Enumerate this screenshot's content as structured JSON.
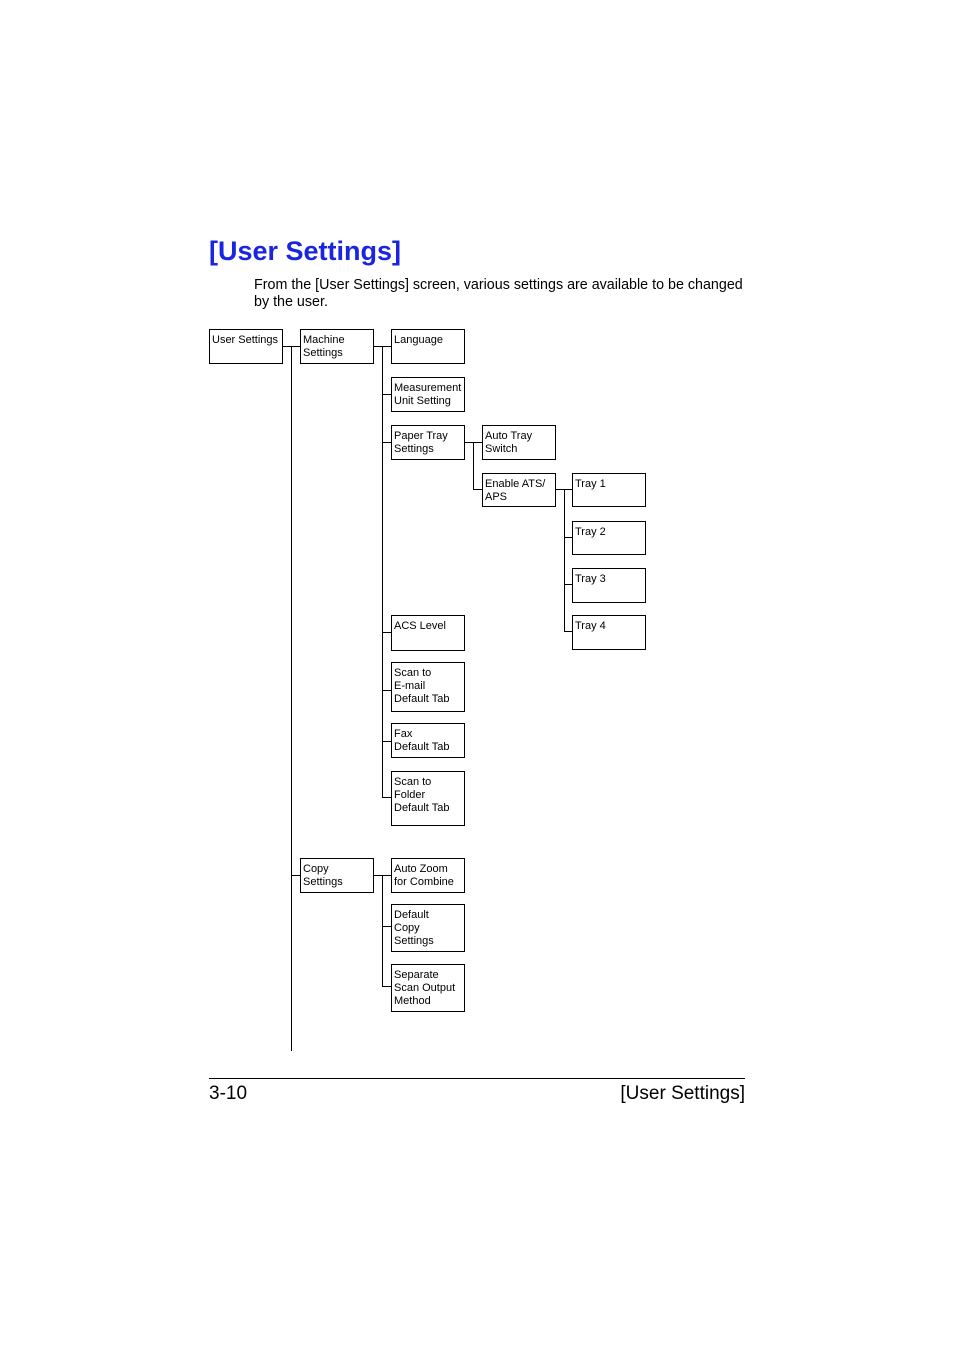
{
  "heading": "[User Settings]",
  "intro": "From the [User Settings] screen, various settings are available to be changed by the user.",
  "tree": {
    "user_settings": "User Settings",
    "machine_settings": "Machine\nSettings",
    "language": "Language",
    "measurement_unit": "Measurement\nUnit Setting",
    "paper_tray_settings": "Paper Tray\nSettings",
    "auto_tray_switch": "Auto Tray\nSwitch",
    "enable_ats_aps": "Enable ATS/\nAPS",
    "tray1": "Tray 1",
    "tray2": "Tray 2",
    "tray3": "Tray 3",
    "tray4": "Tray 4",
    "acs_level": "ACS Level",
    "scan_email_tab": "Scan to\nE-mail\nDefault Tab",
    "fax_tab": "Fax\nDefault Tab",
    "scan_folder_tab": "Scan to\nFolder\nDefault Tab",
    "copy_settings": "Copy\nSettings",
    "auto_zoom_combine": "Auto Zoom\nfor Combine",
    "default_copy_settings": "Default\nCopy\nSettings",
    "separate_scan_output": "Separate\nScan Output\nMethod"
  },
  "footer": {
    "page_number": "3-10",
    "section": "[User Settings]"
  }
}
